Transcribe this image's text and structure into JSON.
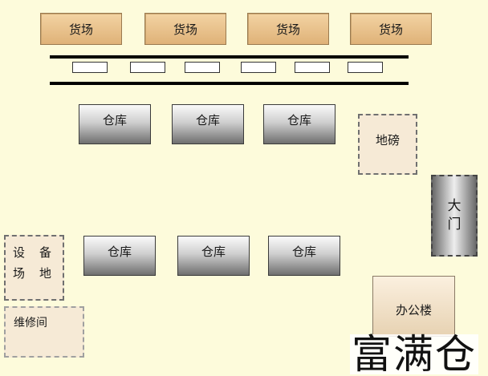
{
  "cargo_yards": [
    "货场",
    "货场",
    "货场",
    "货场"
  ],
  "warehouses_top": [
    "仓库",
    "仓库",
    "仓库"
  ],
  "warehouses_bottom": [
    "仓库",
    "仓库",
    "仓库"
  ],
  "weighbridge": "地磅",
  "gate": {
    "line1": "大",
    "line2": "门"
  },
  "equipment_yard": {
    "line1": [
      "设",
      "备"
    ],
    "line2": [
      "场",
      "地"
    ]
  },
  "repair_room": "维修间",
  "office_building": "办公楼",
  "brand": "富满仓",
  "colors": {
    "background": "#fdfbdb",
    "cargo_yard": "#e8c08a",
    "warehouse_dark": "#6f6f6f",
    "dashed_area": "#f6ead6"
  }
}
